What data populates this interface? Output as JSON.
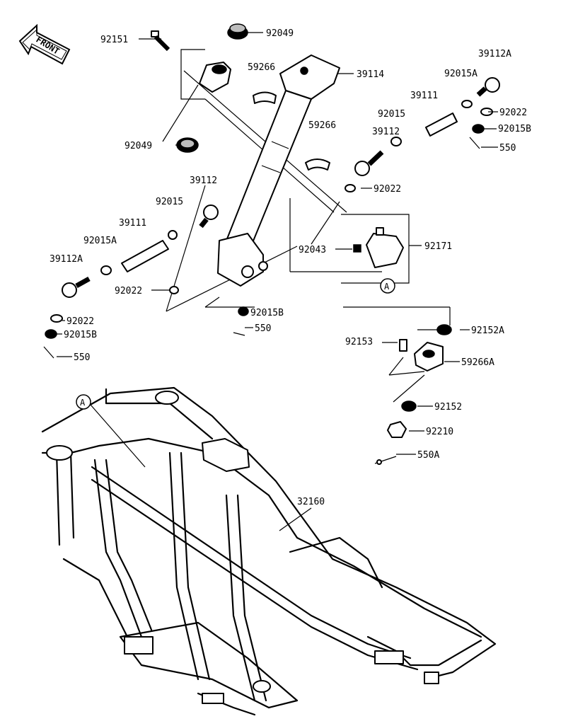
{
  "front_arrow": {
    "text": "FRONT"
  },
  "callout_marker": "A",
  "labels": {
    "l_92151": "92151",
    "l_92049_top": "92049",
    "l_59266_a": "59266",
    "l_39114": "39114",
    "l_92049_left": "92049",
    "l_39112A_right": "39112A",
    "l_92015A_right": "92015A",
    "l_39111_right": "39111",
    "l_92015_right": "92015",
    "l_92022_right_top": "92022",
    "l_92015B_right": "92015B",
    "l_550_right": "550",
    "l_59266_b": "59266",
    "l_39112_right": "39112",
    "l_92022_right_mid": "92022",
    "l_39112_left": "39112",
    "l_92015_left": "92015",
    "l_39111_left": "39111",
    "l_92015A_left": "92015A",
    "l_39112A_left": "39112A",
    "l_92043": "92043",
    "l_92171": "92171",
    "l_92022_center": "92022",
    "l_92022_left": "92022",
    "l_92015B_left": "92015B",
    "l_550_left": "550",
    "l_92015B_center": "92015B",
    "l_550_center": "550",
    "l_92153": "92153",
    "l_92152A": "92152A",
    "l_59266A": "59266A",
    "l_92152": "92152",
    "l_92210": "92210",
    "l_550A": "550A",
    "l_32160": "32160"
  }
}
